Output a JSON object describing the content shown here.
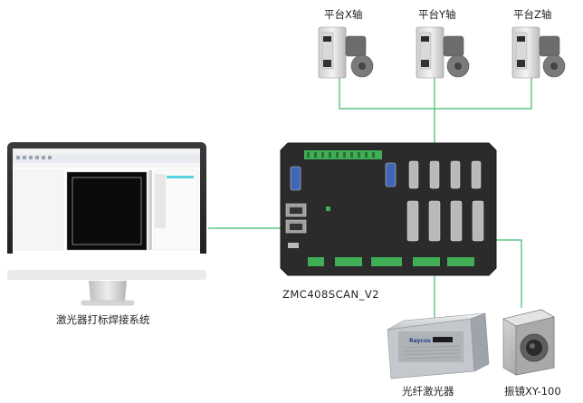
{
  "axes": [
    {
      "label": "平台X轴"
    },
    {
      "label": "平台Y轴"
    },
    {
      "label": "平台Z轴"
    }
  ],
  "controller": {
    "label": "ZMC408SCAN_V2"
  },
  "computer": {
    "label": "激光器打标焊接系统"
  },
  "laser": {
    "label": "光纤激光器",
    "brand": "Raycus"
  },
  "galvo": {
    "label": "振镜XY-100"
  },
  "colors": {
    "connection": "#3dbb6d",
    "controller_body": "#2b2b2b",
    "terminal_green": "#3fae55"
  }
}
